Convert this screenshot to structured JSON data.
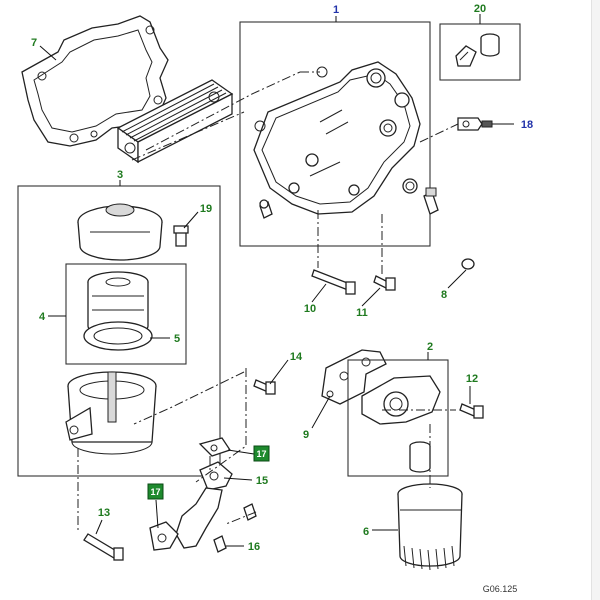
{
  "callouts": {
    "c1": "1",
    "c2": "2",
    "c3": "3",
    "c4": "4",
    "c5": "5",
    "c6": "6",
    "c7": "7",
    "c8": "8",
    "c9": "9",
    "c10": "10",
    "c11": "11",
    "c12": "12",
    "c13": "13",
    "c14": "14",
    "c15": "15",
    "c16": "16",
    "c18": "18",
    "c19": "19",
    "c20": "20"
  },
  "tags": {
    "t17a": "17",
    "t17b": "17"
  },
  "figure_code": "G06.125",
  "colors": {
    "callout_green": "#1f7a1f",
    "callout_blue": "#2233aa",
    "tag_green": "#1e8a2e"
  }
}
